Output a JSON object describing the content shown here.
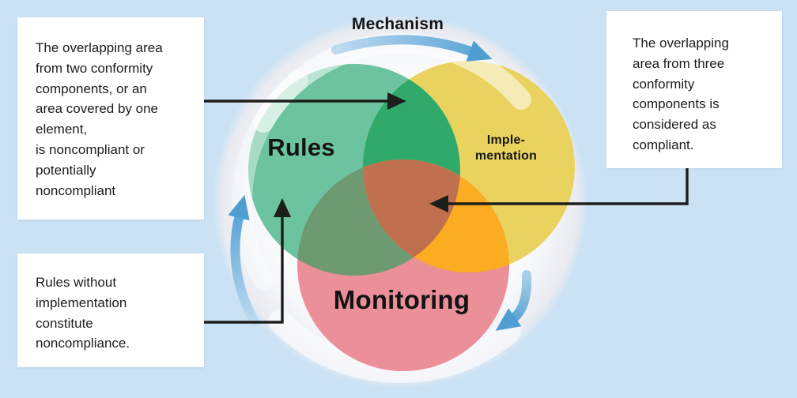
{
  "diagram": {
    "cycle_label": "Mechanism",
    "rules_label": "Rules",
    "implementation_label": "Imple-\nmentation",
    "monitoring_label": "Monitoring"
  },
  "annotations": {
    "two_components": "The overlapping area\nfrom two conformity\ncomponents, or an\narea covered by one\nelement,\nis noncompliant or\npotentially\nnoncompliant",
    "three_components": "The overlapping\narea from three\nconformity\ncomponents is\nconsidered as\ncompliant.",
    "rules_without_implementation": "Rules without\nimplementation\nconstitute\nnoncompliance."
  },
  "colors": {
    "background": "#cae2f4",
    "ring": "#ffffff",
    "rules": "#6cc39f",
    "implementation": "#e9d35e",
    "monitoring": "#eb8f99",
    "rules_implementation": "#2faa6b",
    "rules_monitoring": "#6e9a72",
    "implementation_monitoring": "#fbac21",
    "three_way_overlap": "#c1704f",
    "cycle_arrow": "#5ba4d6",
    "connector": "#1d1d1b"
  }
}
